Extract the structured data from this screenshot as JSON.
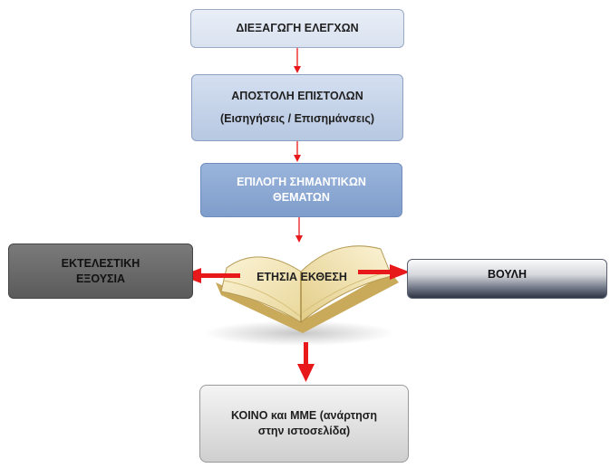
{
  "nodes": {
    "audits": {
      "line1": "ΔΙΕΞΑΓΩΓΗ ΕΛΕΓΧΩΝ"
    },
    "letters": {
      "line1": "ΑΠΟΣΤΟΛΗ ΕΠΙΣΤΟΛΩΝ",
      "line2": "(Εισηγήσεις / Επισημάνσεις)"
    },
    "selection": {
      "line1": "ΕΠΙΛΟΓΗ ΣΗΜΑΝΤΙΚΩΝ",
      "line2": "ΘΕΜΑΤΩΝ"
    },
    "executive": {
      "line1": "ΕΚΤΕΛΕΣΤΙΚΗ",
      "line2": "ΕΞΟΥΣΙΑ"
    },
    "report": {
      "line1": "ΕΤΗΣΙΑ ΕΚΘΕΣΗ"
    },
    "parliament": {
      "line1": "ΒΟΥΛΗ"
    },
    "public": {
      "line1": "ΚΟΙΝΟ και ΜΜΕ (ανάρτηση",
      "line2": "στην ιστοσελίδα)"
    }
  },
  "colors": {
    "arrow": "#e8191b",
    "book_page": "#f3e6b8",
    "book_cover": "#e6cf86"
  },
  "edges": [
    [
      "audits",
      "letters"
    ],
    [
      "letters",
      "selection"
    ],
    [
      "selection",
      "report"
    ],
    [
      "report",
      "executive"
    ],
    [
      "report",
      "parliament"
    ],
    [
      "report",
      "public"
    ]
  ]
}
